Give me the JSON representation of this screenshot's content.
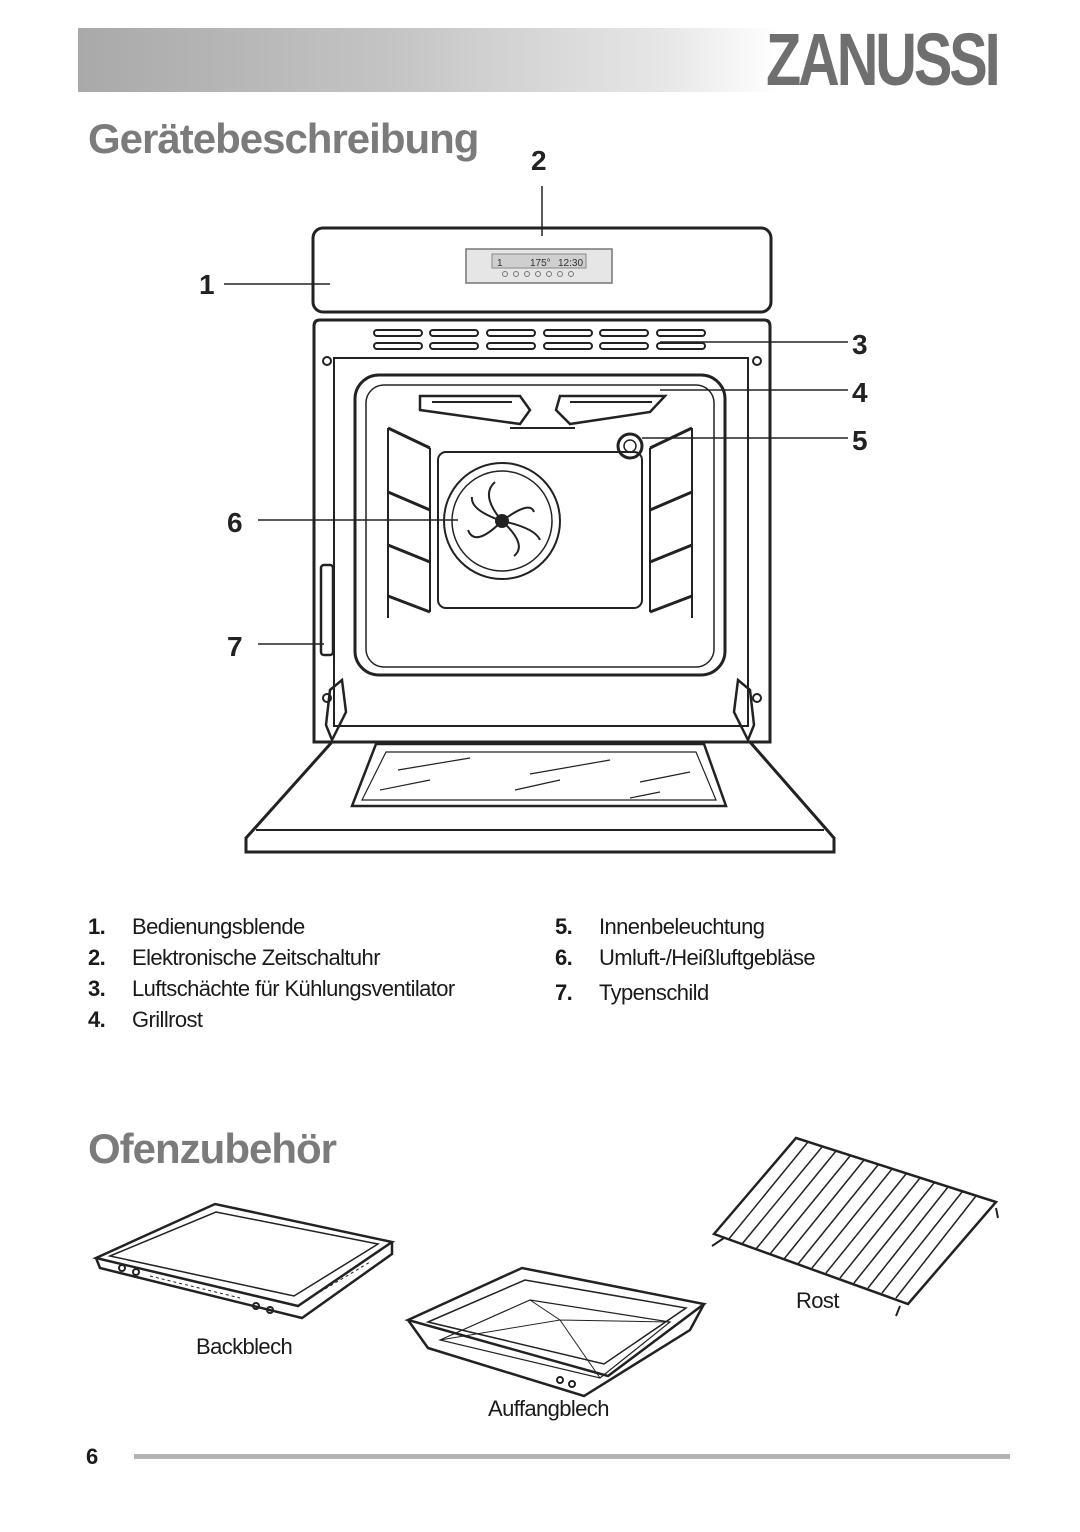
{
  "header": {
    "brand": "ZANUSSI"
  },
  "section1": {
    "title": "Gerätebeschreibung",
    "callouts": [
      "1",
      "2",
      "3",
      "4",
      "5",
      "6",
      "7"
    ],
    "display": {
      "left": "1",
      "temp": "175°",
      "time": "12:30"
    },
    "legend_left": [
      {
        "num": "1.",
        "label": "Bedienungsblende"
      },
      {
        "num": "2.",
        "label": "Elektronische Zeitschaltuhr"
      },
      {
        "num": "3.",
        "label": "Luftschächte für Kühlungsventilator"
      },
      {
        "num": "4.",
        "label": "Grillrost"
      }
    ],
    "legend_right": [
      {
        "num": "5.",
        "label": "Innenbeleuchtung"
      },
      {
        "num": "6.",
        "label": "Umluft-/Heißluftgebläse"
      },
      {
        "num": "7.",
        "label": "Typenschild"
      }
    ]
  },
  "section2": {
    "title": "Ofenzubehör",
    "captions": {
      "tray": "Backblech",
      "pan": "Auffangblech",
      "rack": "Rost"
    }
  },
  "footer": {
    "page_number": "6"
  }
}
